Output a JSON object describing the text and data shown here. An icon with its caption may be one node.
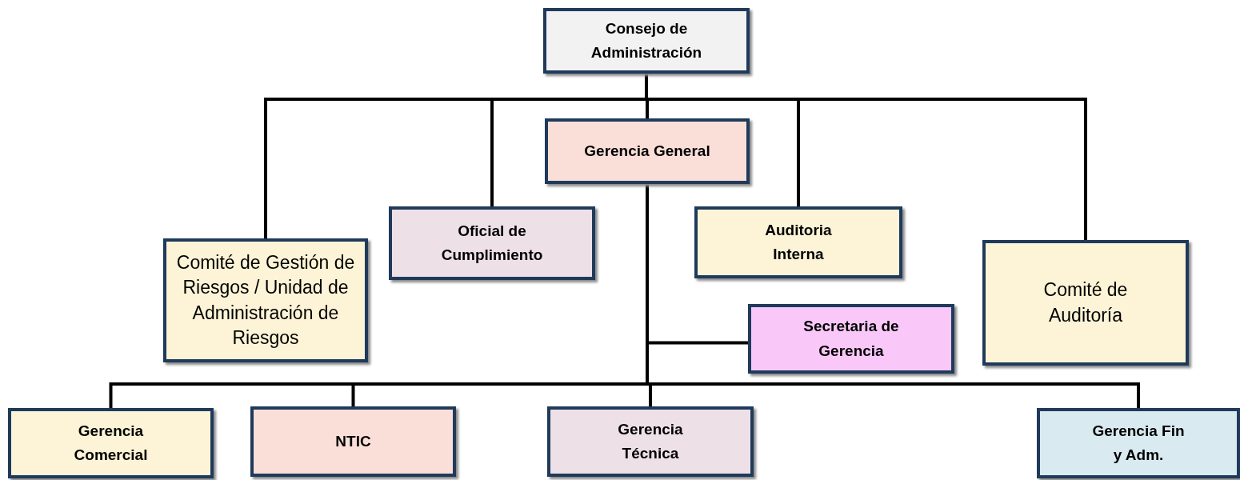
{
  "diagram": {
    "nodes": [
      {
        "text": [
          "Consejo de Administración"
        ]
      },
      {
        "text": [
          "Gerencia General"
        ]
      },
      {
        "text": [
          "Comité de Gestión de Riesgos / Unidad de Administración de Riesgos"
        ]
      },
      {
        "text": [
          "Oficial de Cumplimiento"
        ]
      },
      {
        "text": [
          "Auditoria Interna"
        ]
      },
      {
        "text": [
          "Comité de Auditoría"
        ]
      },
      {
        "text": [
          "Secretaria de Gerencia"
        ]
      },
      {
        "text": [
          "Gerencia Comercial"
        ]
      },
      {
        "text": [
          "NTIC"
        ]
      },
      {
        "text": [
          "Gerencia Técnica"
        ]
      },
      {
        "text": [
          "Gerencia Fin y Adm."
        ]
      }
    ],
    "edges": [
      {
        "from": 0,
        "to": 1,
        "arrow": "none"
      },
      {
        "from": 0,
        "to": 2,
        "arrow": "none"
      },
      {
        "from": 0,
        "to": 3,
        "arrow": "none"
      },
      {
        "from": 0,
        "to": 4,
        "arrow": "none"
      },
      {
        "from": 0,
        "to": 5,
        "arrow": "none"
      },
      {
        "from": 1,
        "to": 6,
        "arrow": "none"
      },
      {
        "from": 1,
        "to": 7,
        "arrow": "none"
      },
      {
        "from": 1,
        "to": 8,
        "arrow": "none"
      },
      {
        "from": 1,
        "to": 9,
        "arrow": "none"
      },
      {
        "from": 1,
        "to": 10,
        "arrow": "none"
      }
    ]
  }
}
